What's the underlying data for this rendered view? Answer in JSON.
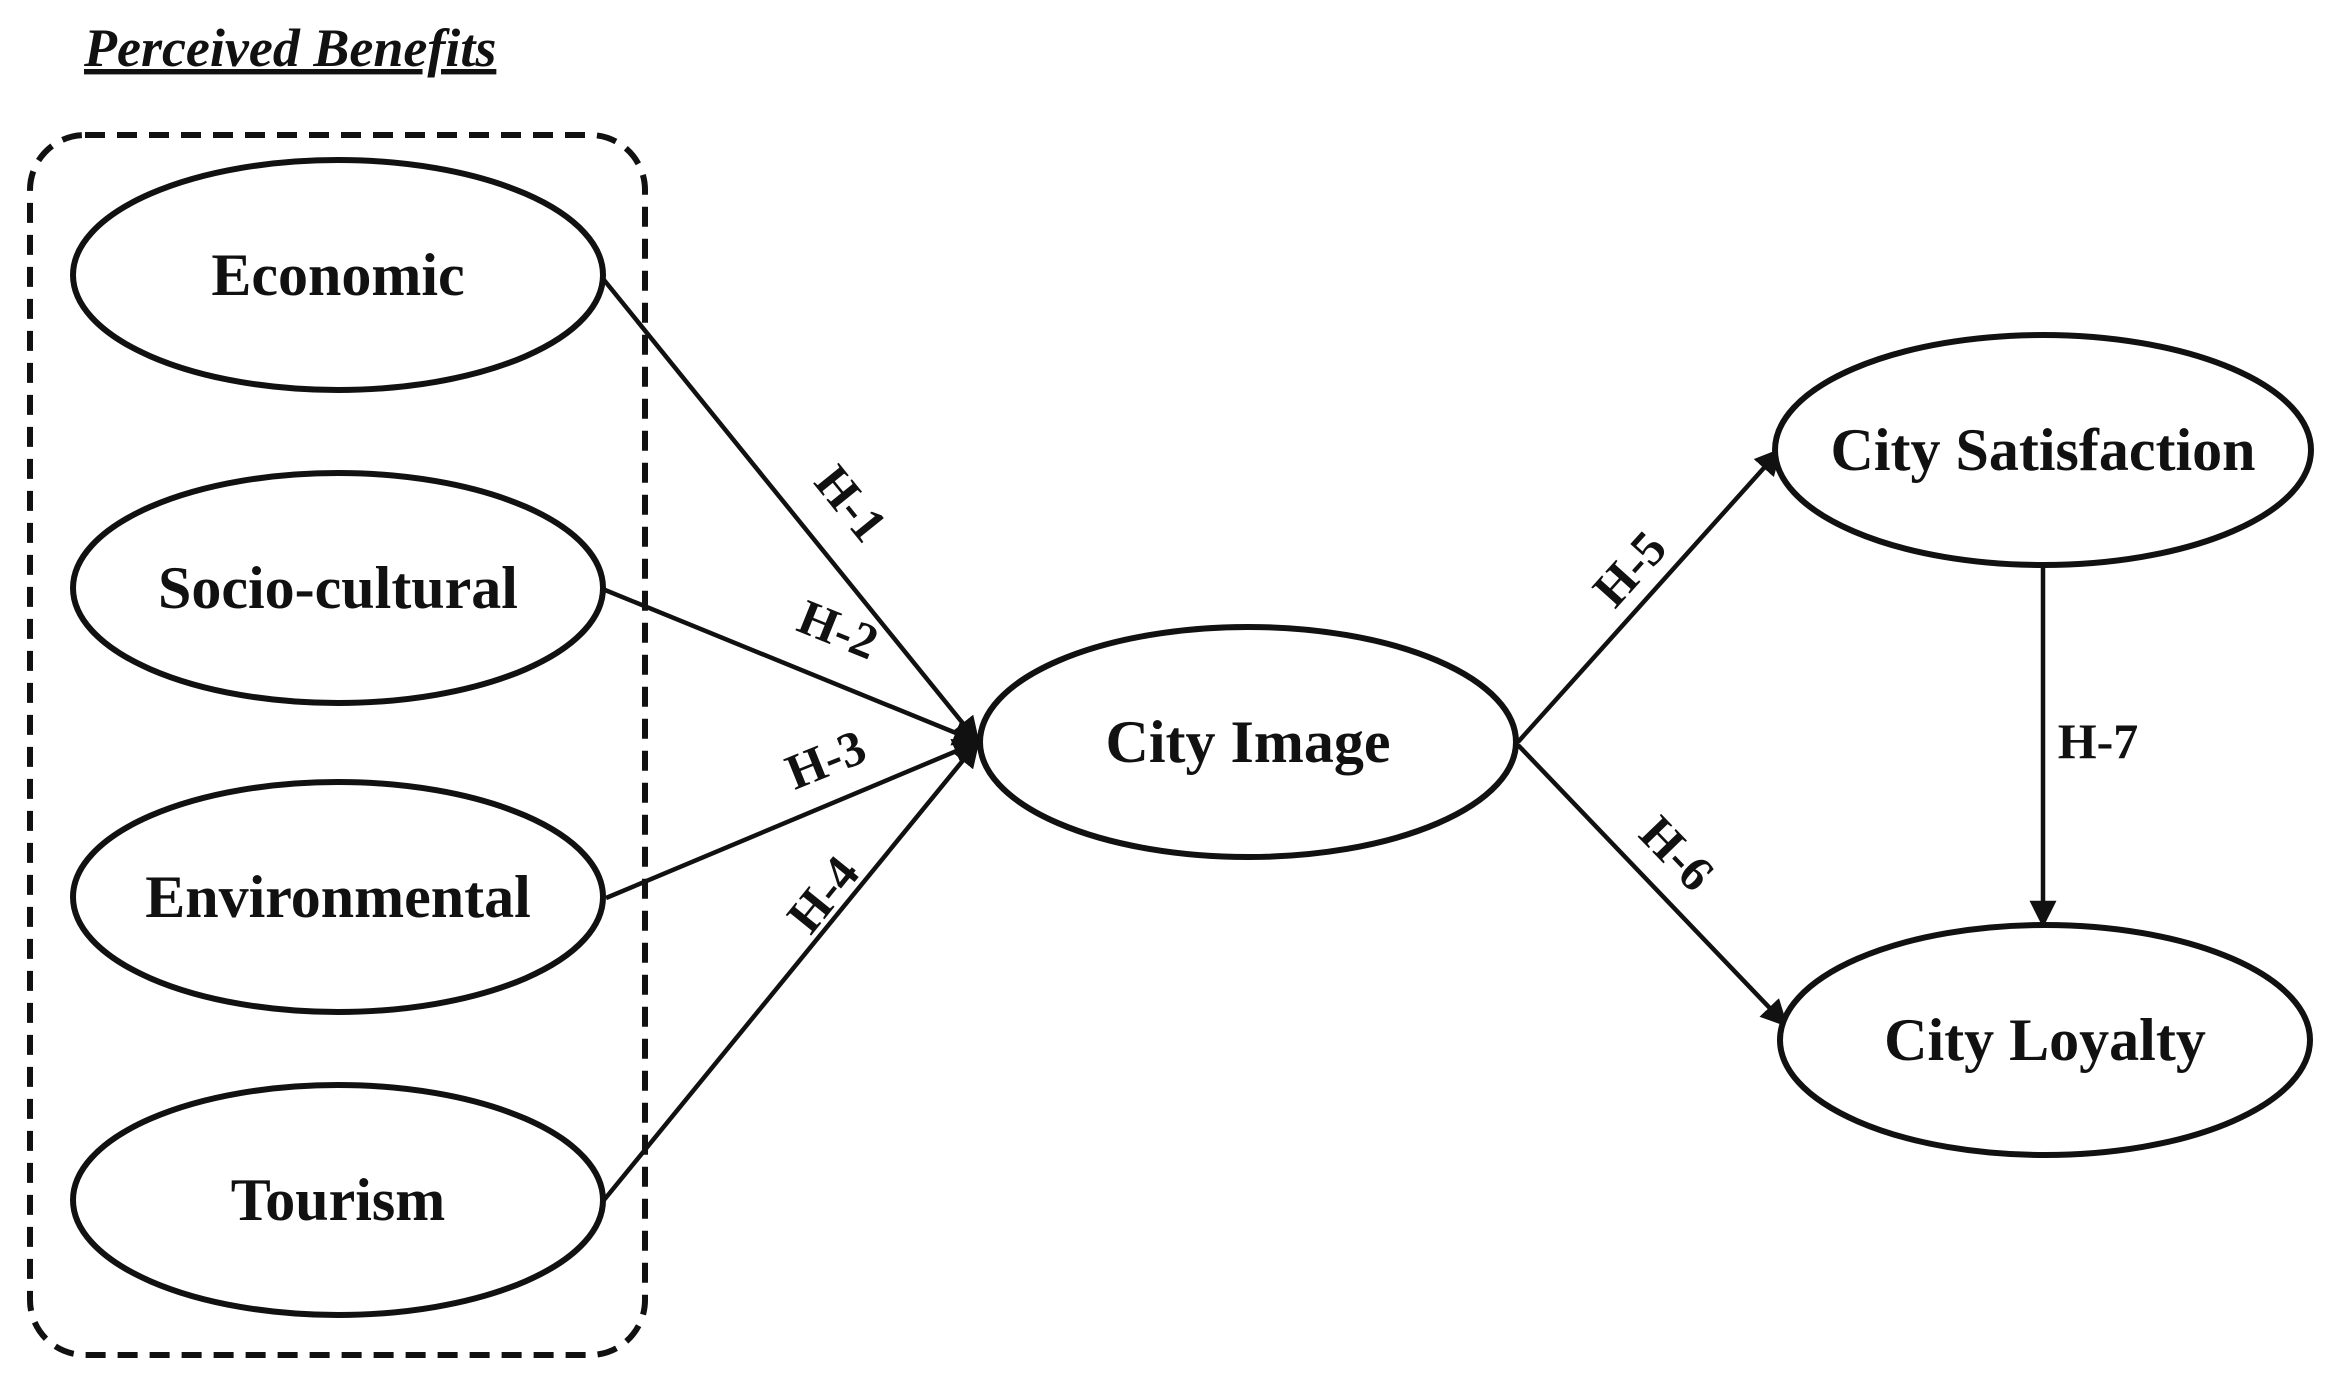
{
  "group": {
    "title": "Perceived Benefits"
  },
  "nodes": {
    "economic": "Economic",
    "socio_cultural": "Socio-cultural",
    "environmental": "Environmental",
    "tourism": "Tourism",
    "city_image": "City Image",
    "city_satisfaction": "City Satisfaction",
    "city_loyalty": "City Loyalty"
  },
  "hypotheses": {
    "h1": "H-1",
    "h2": "H-2",
    "h3": "H-3",
    "h4": "H-4",
    "h5": "H-5",
    "h6": "H-6",
    "h7": "H-7"
  },
  "colors": {
    "ink": "#111111",
    "background": "#ffffff"
  }
}
